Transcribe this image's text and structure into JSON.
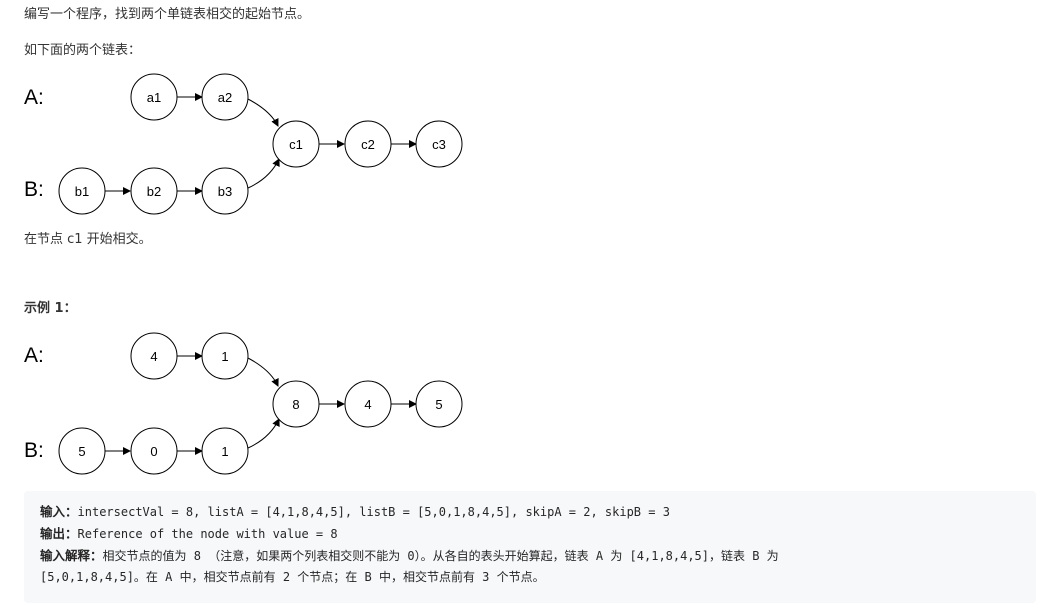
{
  "intro": "编写一个程序，找到两个单链表相交的起始节点。",
  "example_label": "如下面的两个链表：",
  "diagram1": {
    "label_a": "A:",
    "label_b": "B:",
    "list_a": [
      "a1",
      "a2"
    ],
    "list_b": [
      "b1",
      "b2",
      "b3"
    ],
    "shared": [
      "c1",
      "c2",
      "c3"
    ]
  },
  "caption": "在节点 c1 开始相交。",
  "example1_title": "示例 1：",
  "diagram2": {
    "label_a": "A:",
    "label_b": "B:",
    "list_a": [
      "4",
      "1"
    ],
    "list_b": [
      "5",
      "0",
      "1"
    ],
    "shared": [
      "8",
      "4",
      "5"
    ]
  },
  "example": {
    "input_label": "输入：",
    "input_value": "intersectVal = 8, listA = [4,1,8,4,5], listB = [5,0,1,8,4,5], skipA = 2, skipB = 3",
    "output_label": "输出：",
    "output_value": "Reference of the node with value = 8",
    "explain_label": "输入解释：",
    "explain_line1": "相交节点的值为 8 （注意，如果两个列表相交则不能为 0）。从各自的表头开始算起，链表 A 为 [4,1,8,4,5]，链表 B 为",
    "explain_line2": "[5,0,1,8,4,5]。在 A 中，相交节点前有 2 个节点；在 B 中，相交节点前有 3 个节点。"
  }
}
